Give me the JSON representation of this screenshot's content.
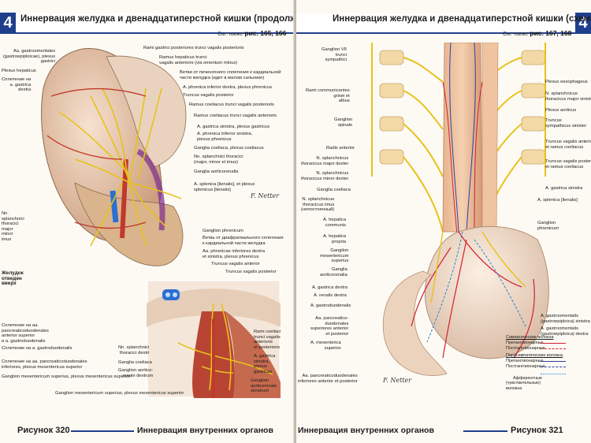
{
  "left": {
    "chapter": "4",
    "title": "Иннервация желудка и двенадцатиперстной кишки (продолжение)",
    "see_also_prefix": "См. также",
    "see_also_refs": "рис. 165, 166",
    "footer_figure": "Рисунок 320",
    "footer_section": "Иннервация внутренних органов",
    "signature": "F. Netter",
    "labels_left": [
      "Aa. gastroomentales\n(gastroepiploicae), plexus\ngastrici",
      "Plexus hepaticus",
      "Сплетение на\na. gastrica\ndextra",
      "Nn.\nsplanchnici\nthoracici\nmajor\nminor\nimus",
      "Желудок\nотведен\nвверх",
      "Сплетение на аа.\npancreaticoduodenales\nanterior superior\nи a. gastroduodenalis",
      "Сплетение на a. gastroduodenalis",
      "Сплетение на аа. pancreaticoduodenales\ninferiores, plexus mesentericus superior",
      "Ganglion mesentericum superius, plexus mesentericus superior",
      "Ganglion mesentericum superius, plexus mesentericus superior"
    ],
    "labels_right": [
      "Rami gastrici posteriores trunci vagalis posterioris",
      "Ramus hepaticus trunci\nvagalis anterioris (via omentum minus)",
      "Ветви от печеночного сплетения к кардиальной\nчасти желудка (идет в малом сальнике)",
      "A. phrenica inferior dextra, plexus phrenicus",
      "Truncus vagalis posterior",
      "Ramus coeliacus trunci vagalis posterioris",
      "Ramus coeliacus trunci vagalis anterioris",
      "A. gastrica sinistra, plexus gastricus",
      "A. phrenica inferior sinistra,\nplexus phrenicus",
      "Ganglia coeliaca, plexus coeliacus",
      "Nn. splanchnici thoracici\n(major, minor et imus)",
      "Ganglia aorticorenalia",
      "A. splenica [lienalis], et plexus\nsplenicus [lienalis]"
    ],
    "labels_bottom": [
      "Ganglion phrenicum",
      "Ветвь от диафрагмального сплетения\nк кардиальной части желудка",
      "Aa. phrenicae inferiores dextra\net sinistra, plexus phrenicus",
      "Truncus vagalis anterior",
      "Truncus vagalis posterior",
      "Rami coeliaci\ntrunci vagalis\nanterioris\net posterioris",
      "A. gastrica\nsinistra,\nplexus\ngastricus",
      "Ganglion\naorticorenale\nsinistrum",
      "Nn. splanchnici\nthoracici dextri",
      "Ganglia coeliaca",
      "Ganglion aortico-\nrenale dextrum"
    ]
  },
  "right": {
    "title": "Иннервация желудка и двенадцатиперстной кишки (схема)",
    "see_also_prefix": "См. также",
    "see_also_refs": "рис. 167, 168",
    "footer_figure": "Рисунок 321",
    "footer_section": "Иннервация внутренних органов",
    "signature": "F. Netter",
    "labels_left": [
      "Ganglion VII\ntrunci\nsympathici",
      "Rami communicantes\ngrisei et\nalbus",
      "Ganglion\nspinale",
      "Radix anterior",
      "N. splanchnicus\nthoracicus major dexter",
      "N. splanchnicus\nthoracicus minor dexter",
      "Ganglia coeliaca",
      "N. splanchnicus\nthoracicus imus\n(непостоянный)",
      "A. hepatica\ncommunis",
      "A. hepatica\npropria",
      "Ganglion\nmesentericum\nsuperius",
      "Ganglia\naorticorenalia",
      "A. gastrica dextra",
      "A. renalis dextra",
      "A. gastroduodenalis",
      "Aa. pancreatico-\nduodenales\nsuperiores anterior\net posterior",
      "A. mesenterica\nsuperior",
      "Aa. pancreaticoduodenales\ninferiores anterior et posterior"
    ],
    "labels_right": [
      "Plexus oesophageus",
      "N. splanchnicus\nthoracicus major sinister",
      "Plexus aorticus",
      "Truncus\nsympathicus sinister",
      "Truncus vagalis anterior\net ramus coeliacus",
      "Truncus vagalis posterior\net ramus coeliacus",
      "A. gastrica sinistra",
      "A. splenica [lienalis]",
      "Ganglion\nphrenicum",
      "A. gastroomentalis\n(gastroepiploica) sinistra",
      "A. gastroomentalis\n(gastroepiploica) dextra"
    ],
    "legend": {
      "sympathetic_header": "Симпатические волокна",
      "pre": "Преганглионарные",
      "post": "Постганглионарные",
      "parasympathetic_header": "Парасимпатические волокна",
      "pre2": "Преганглионарные",
      "post2": "Постганглионарные",
      "afferent": "Афферентные\n(чувствительные)\nволокна",
      "colors": {
        "sympathetic": "#d2202f",
        "parasympathetic": "#2b3fa8",
        "afferent": "#2b7fd1"
      }
    }
  }
}
